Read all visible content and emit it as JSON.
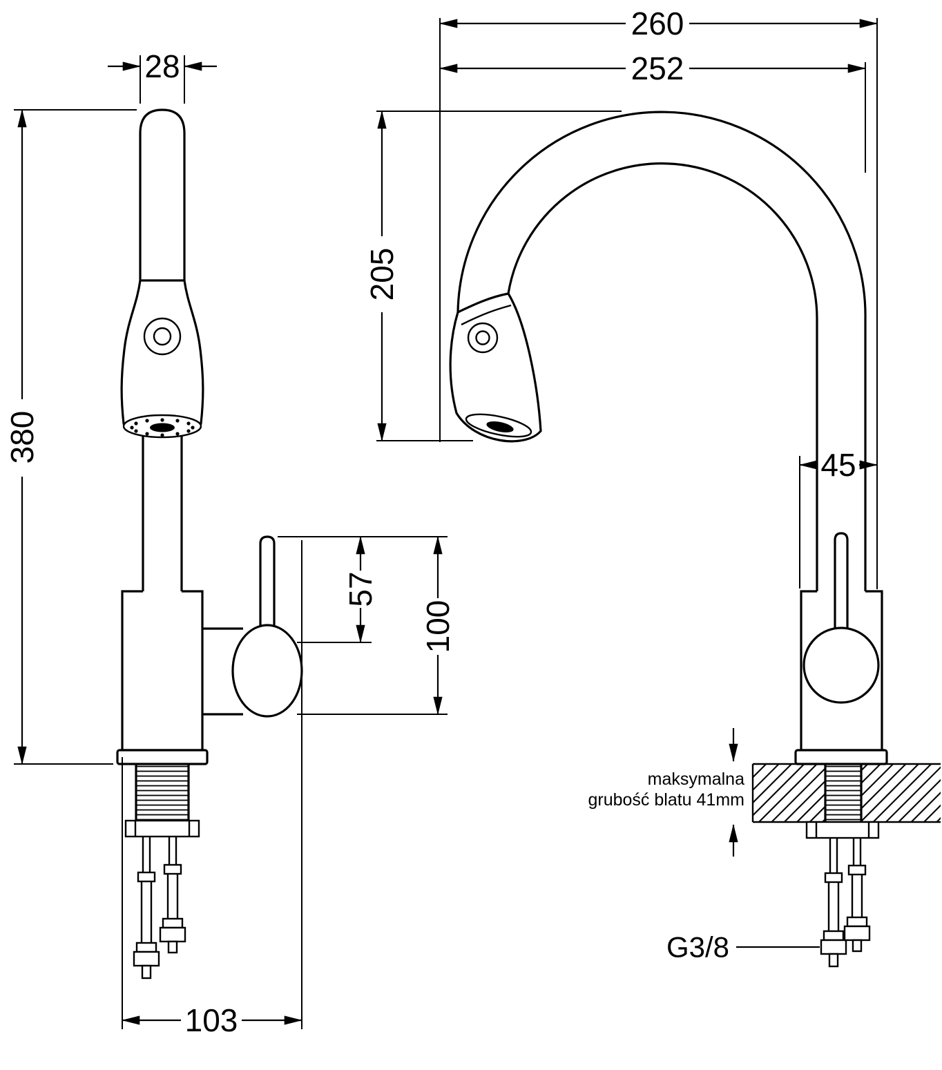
{
  "drawing": {
    "background": "#ffffff",
    "line_color": "#000000",
    "views": {
      "front": {
        "dims": {
          "spout_width": "28",
          "total_height": "380",
          "lever_upper": "57",
          "lever_total": "100",
          "base_depth": "103"
        }
      },
      "side": {
        "dims": {
          "reach_overall": "260",
          "reach_spout": "252",
          "spout_height": "205",
          "body_depth": "45"
        },
        "notes": {
          "countertop_line1": "maksymalna",
          "countertop_line2": "grubość blatu 41mm",
          "thread_size": "G3/8"
        }
      }
    }
  }
}
